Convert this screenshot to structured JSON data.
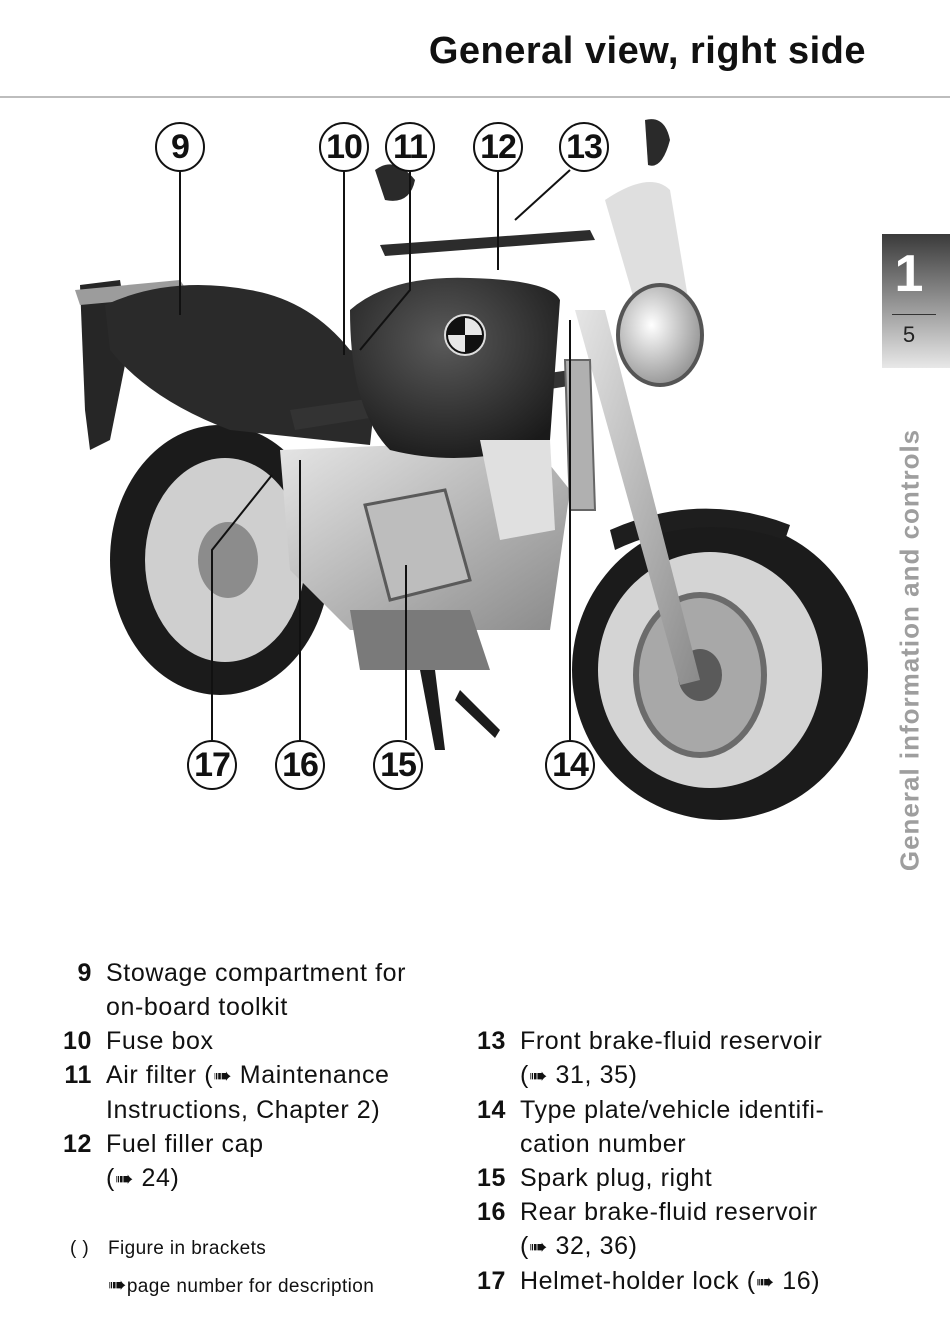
{
  "header": {
    "title": "General view, right side"
  },
  "chapter_tab": {
    "number": "1",
    "page": "5"
  },
  "side_title": "General information and controls",
  "callouts": [
    "9",
    "10",
    "11",
    "12",
    "13",
    "14",
    "15",
    "16",
    "17"
  ],
  "arrow_glyph": "➠",
  "legend_left": [
    {
      "num": "9",
      "lines": [
        "Stowage compartment for",
        "on-board toolkit"
      ]
    },
    {
      "num": "10",
      "lines": [
        "Fuse box"
      ]
    },
    {
      "num": "11",
      "line1_pre": "Air filter (",
      "line1_post": " Maintenance",
      "line2": "Instructions, Chapter 2)"
    },
    {
      "num": "12",
      "lines": [
        "Fuel filler cap"
      ],
      "ref": " 24)"
    }
  ],
  "legend_right": [
    {
      "num": "13",
      "text": "Front brake-fluid reservoir",
      "ref": " 31, 35)"
    },
    {
      "num": "14",
      "lines": [
        "Type plate/vehicle identifi-",
        "cation number"
      ]
    },
    {
      "num": "15",
      "lines": [
        "Spark plug, right"
      ]
    },
    {
      "num": "16",
      "text": "Rear brake-fluid reservoir",
      "ref": " 32, 36)"
    },
    {
      "num": "17",
      "text": "Helmet-holder lock (",
      "ref": " 16)"
    }
  ],
  "notes": {
    "brackets_symbol": "( )",
    "brackets_text": "Figure in brackets",
    "page_text": "page number for description"
  },
  "logo_text": "BMW"
}
